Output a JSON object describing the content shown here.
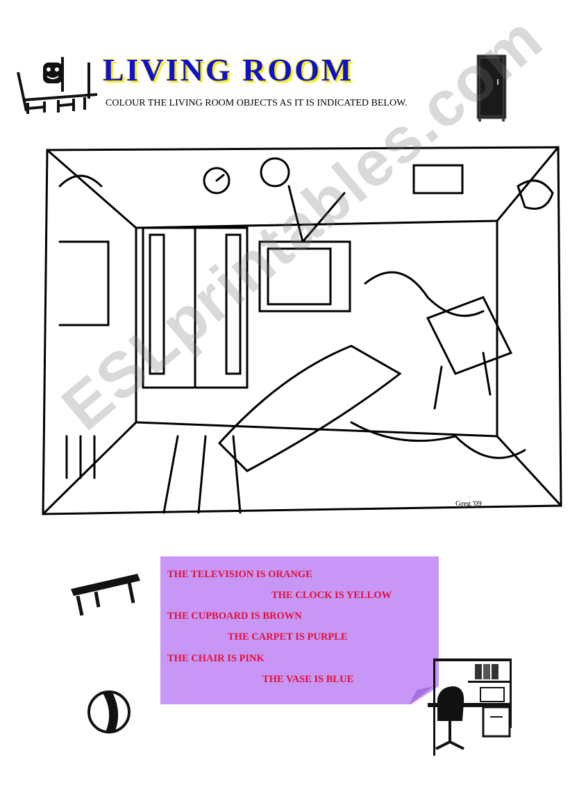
{
  "header": {
    "title": "LIVING ROOM",
    "subtitle": "COLOUR THE LIVING ROOM OBJECTS AS IT IS INDICATED BELOW."
  },
  "illustration": {
    "signature": "Greg '09"
  },
  "instructions": [
    "THE TELEVISION IS ORANGE",
    "THE CLOCK IS YELLOW",
    "THE CUPBOARD IS BROWN",
    "THE CARPET IS PURPLE",
    "THE CHAIR IS PINK",
    "THE VASE IS BLUE"
  ],
  "watermark": "ESLprintables.com",
  "colors": {
    "title": "#1010d0",
    "title_shadow": "#f5f000",
    "note_bg": "#c896f5",
    "note_text": "#e0103a"
  }
}
